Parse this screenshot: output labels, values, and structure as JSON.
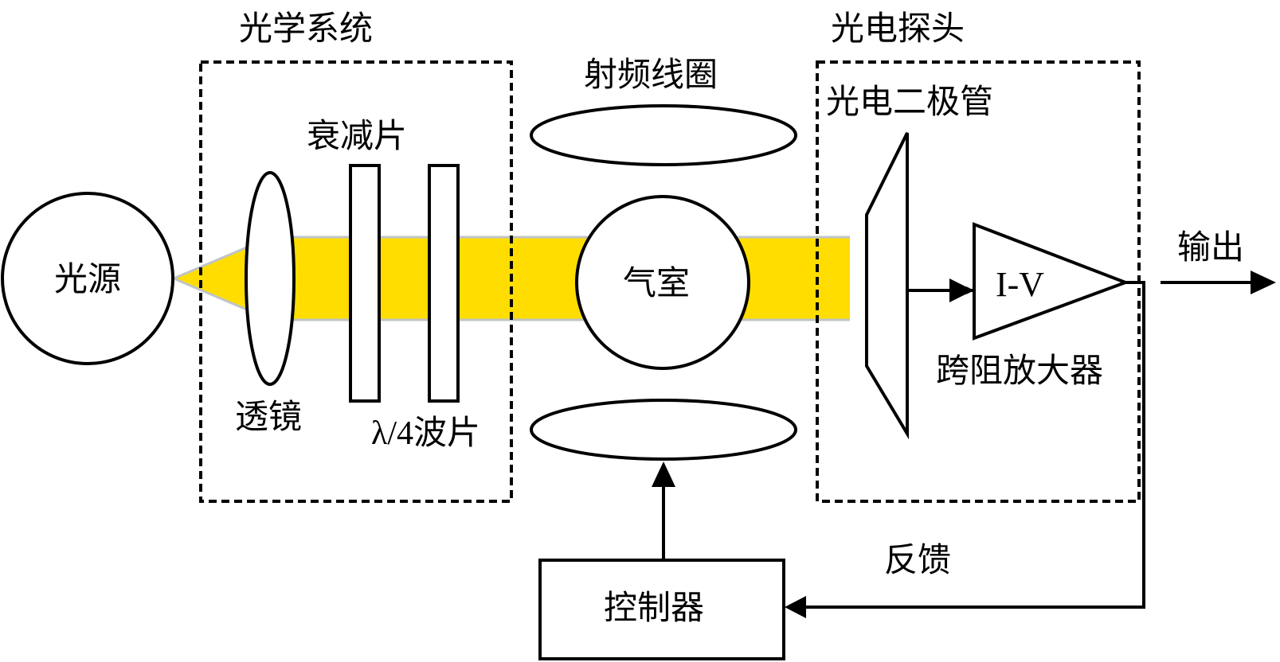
{
  "diagram": {
    "title": "Optically pumped magnetometer / atomic sensor feedback loop",
    "groups": {
      "optical_system": "光学系统",
      "photo_probe": "光电探头"
    },
    "components": {
      "light_source": "光源",
      "lens": "透镜",
      "attenuator": "衰减片",
      "quarter_wave_plate": "λ/4波片",
      "rf_coil": "射频线圈",
      "gas_cell": "气室",
      "photodiode": "光电二极管",
      "iv_label": "I-V",
      "tia": "跨阻放大器",
      "controller": "控制器"
    },
    "signals": {
      "output": "输出",
      "feedback": "反馈"
    },
    "colors": {
      "beam": "#FFDD00",
      "beam_edge": "#BFC4C8",
      "stroke": "#000000"
    }
  }
}
